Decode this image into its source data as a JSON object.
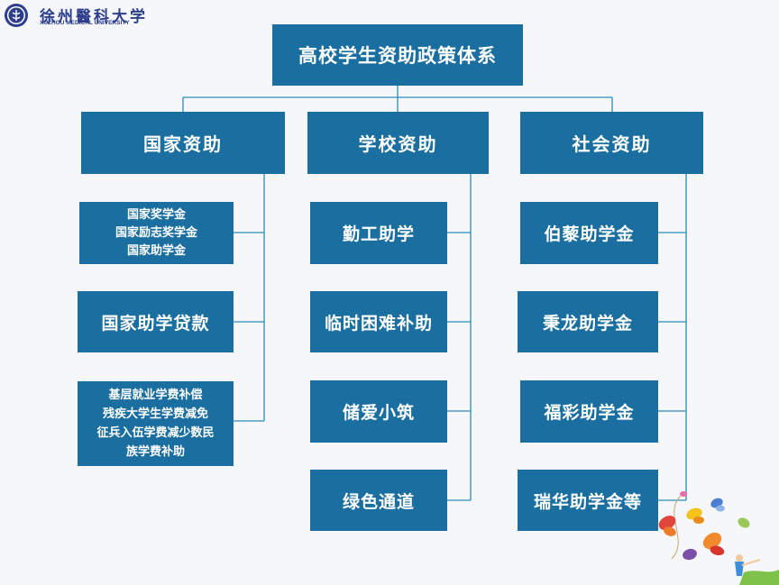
{
  "header": {
    "logo_name_cn": "徐州醫科大学",
    "logo_name_en": "XUZHOU MEDICAL UNIVERSITY"
  },
  "root": {
    "label": "高校学生资助政策体系"
  },
  "categories": [
    {
      "label": "国家资助"
    },
    {
      "label": "学校资助"
    },
    {
      "label": "社会资助"
    }
  ],
  "national": {
    "group1": [
      "国家奖学金",
      "国家励志奖学金",
      "国家助学金"
    ],
    "loan": "国家助学贷款",
    "group3": [
      "基层就业学费补偿",
      "残疾大学生学费减免",
      "征兵入伍学费减少数民",
      "族学费补助"
    ]
  },
  "school": {
    "items": [
      "勤工助学",
      "临时困难补助",
      "储爱小筑",
      "绿色通道"
    ]
  },
  "social": {
    "items": [
      "伯藜助学金",
      "秉龙助学金",
      "福彩助学金",
      "瑞华助学金等"
    ]
  },
  "colors": {
    "box": "#1b6ea0",
    "line": "#2b8bb8",
    "text": "#ffffff"
  }
}
